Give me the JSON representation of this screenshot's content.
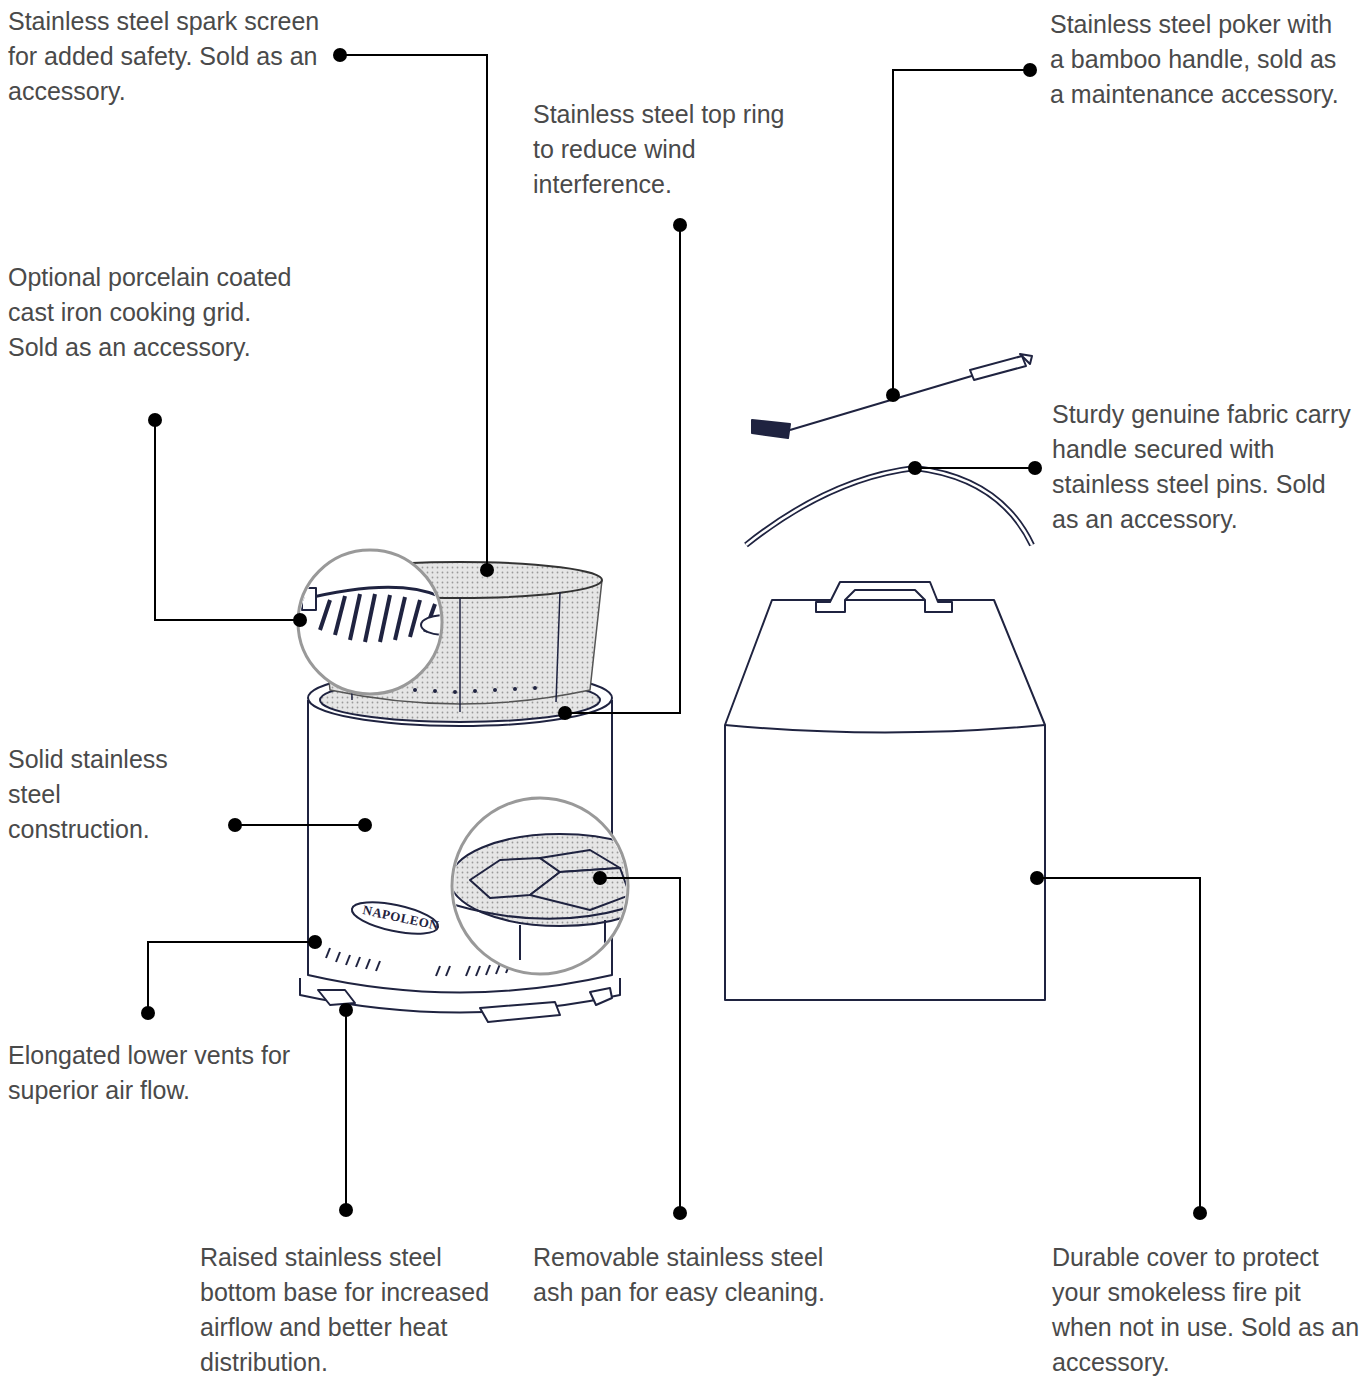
{
  "diagram": {
    "labels": [
      "Stainless steel spark screen for added safety. Sold as an accessory.",
      "Stainless steel top ring to reduce wind interference.",
      "Stainless steel poker with a bamboo handle, sold as a maintenance accessory.",
      "Optional porcelain coated cast iron cooking grid. Sold as an accessory.",
      "Sturdy genuine fabric carry handle secured with stainless steel pins. Sold as an accessory.",
      "Solid stainless steel construction.",
      "NAPOLEON",
      "Elongated lower vents for superior air flow.",
      "Raised stainless steel bottom base for increased airflow and better heat distribution.",
      "Removable stainless steel ash pan for easy cleaning.",
      "Durable cover to protect your smokeless fire pit when not in use. Sold as an accessory."
    ]
  }
}
